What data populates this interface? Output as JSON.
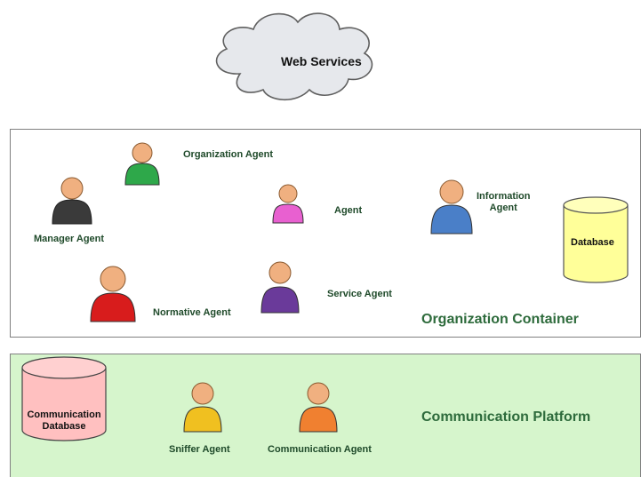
{
  "cloud": {
    "label": "Web Services"
  },
  "organization_container": {
    "title": "Organization Container",
    "agents": [
      {
        "id": "organization-agent",
        "label": "Organization Agent",
        "color": "#2ea84a"
      },
      {
        "id": "manager-agent",
        "label": "Manager Agent",
        "color": "#3a3a3a"
      },
      {
        "id": "agent",
        "label": "Agent",
        "color": "#e860d0"
      },
      {
        "id": "information-agent",
        "label": "Information\nAgent",
        "color": "#4a7fc8"
      },
      {
        "id": "normative-agent",
        "label": "Normative Agent",
        "color": "#d81c1c"
      },
      {
        "id": "service-agent",
        "label": "Service Agent",
        "color": "#6a3a9a"
      }
    ],
    "database": {
      "label": "Database",
      "color": "#ffff99"
    }
  },
  "communication_platform": {
    "title": "Communication Platform",
    "background": "#d6f5cc",
    "agents": [
      {
        "id": "sniffer-agent",
        "label": "Sniffer Agent",
        "color": "#f0c020"
      },
      {
        "id": "communication-agent",
        "label": "Communication Agent",
        "color": "#f08030"
      }
    ],
    "database": {
      "label": "Communication\nDatabase",
      "color": "#ffc0c0"
    }
  },
  "colors": {
    "skin": "#f0b080",
    "label_text": "#1f4a2a",
    "title_text": "#2e6b3c"
  }
}
